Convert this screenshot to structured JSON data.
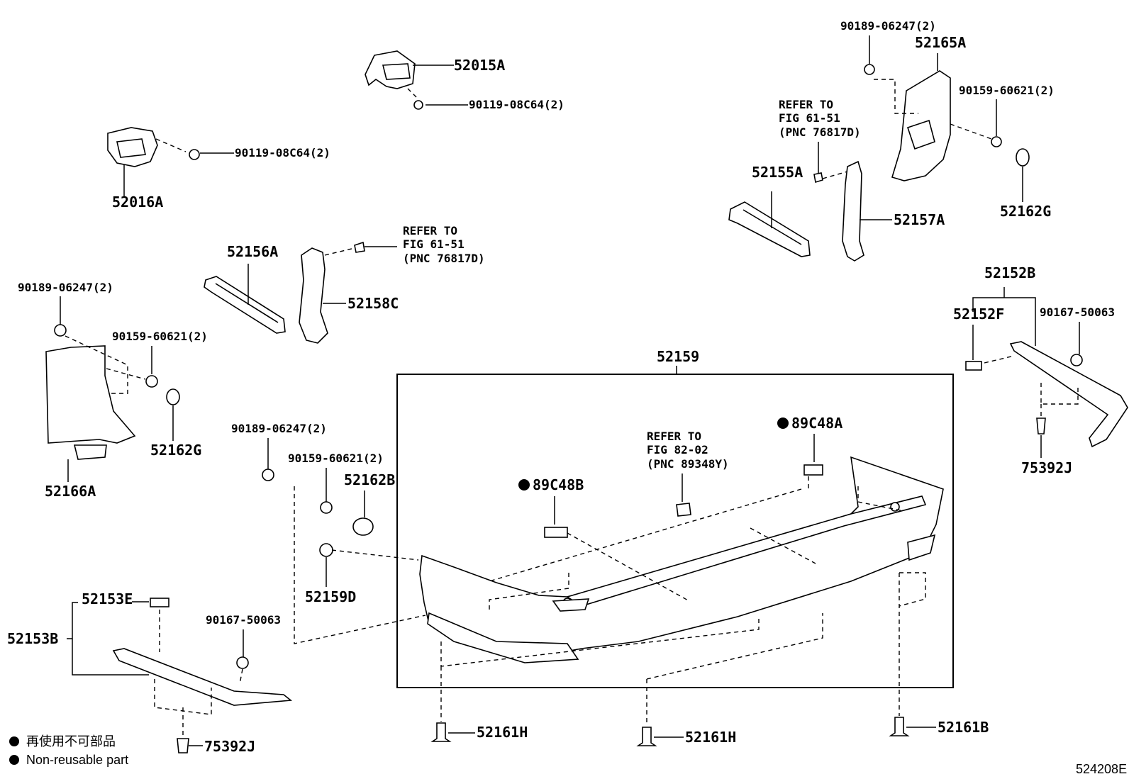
{
  "labels": {
    "p52015A": "52015A",
    "p90119_top": "90119-08C64(2)",
    "p90119_left": "90119-08C64(2)",
    "p52016A": "52016A",
    "p90189_tr": "90189-06247(2)",
    "p52165A": "52165A",
    "p90159_tr": "90159-60621(2)",
    "p52162G_r": "52162G",
    "p52155A": "52155A",
    "p52157A": "52157A",
    "p52156A": "52156A",
    "p52158C": "52158C",
    "p90189_l": "90189-06247(2)",
    "p90159_l": "90159-60621(2)",
    "p52162G_l": "52162G",
    "p52166A": "52166A",
    "p52152B": "52152B",
    "p52152F": "52152F",
    "p90167_r": "90167-50063",
    "p75392J_r": "75392J",
    "p52159": "52159",
    "p89C48A": "89C48A",
    "p89C48B": "89C48B",
    "p90189_m": "90189-06247(2)",
    "p90159_m": "90159-60621(2)",
    "p52162B": "52162B",
    "p52159D": "52159D",
    "p52153E": "52153E",
    "p52153B": "52153B",
    "p90167_l": "90167-50063",
    "p75392J_l": "75392J",
    "p52161H_1": "52161H",
    "p52161H_2": "52161H",
    "p52161B": "52161B"
  },
  "refs": {
    "ref1": [
      "REFER TO",
      "FIG 61-51",
      "(PNC 76817D)"
    ],
    "ref2": [
      "REFER TO",
      "FIG 61-51",
      "(PNC 76817D)"
    ],
    "ref3": [
      "REFER TO",
      "FIG 82-02",
      "(PNC 89348Y)"
    ]
  },
  "legend": {
    "jp": "再使用不可部品",
    "en": "Non-reusable part"
  },
  "diagram_code": "524208E"
}
